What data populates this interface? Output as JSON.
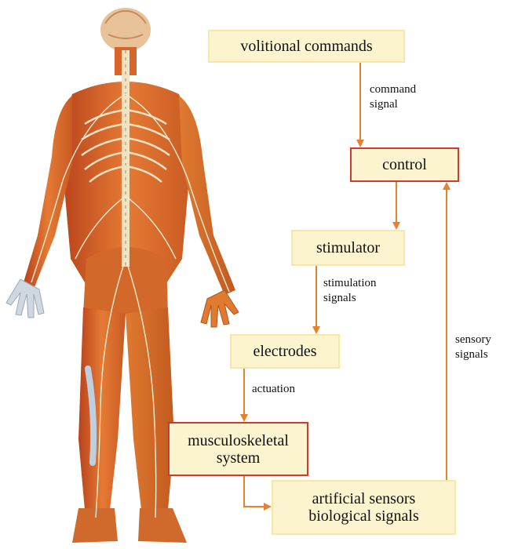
{
  "diagram": {
    "nodes": {
      "volitional": "volitional commands",
      "control": "control",
      "stimulator": "stimulator",
      "electrodes": "electrodes",
      "musculoskeletal": "musculoskeletal\nsystem",
      "sensors": "artificial sensors\nbiological signals"
    },
    "edge_labels": {
      "command_signal": "command\nsignal",
      "stimulation_signals": "stimulation\nsignals",
      "actuation": "actuation",
      "sensory_signals": "sensory\nsignals"
    },
    "colors": {
      "box_fill": "#fcf3cf",
      "box_border": "#f6e7a6",
      "highlight_border": "#d33a2c",
      "arrow": "#e8812e"
    },
    "illustration": "human-nervous-system-and-muscles-back-view"
  }
}
